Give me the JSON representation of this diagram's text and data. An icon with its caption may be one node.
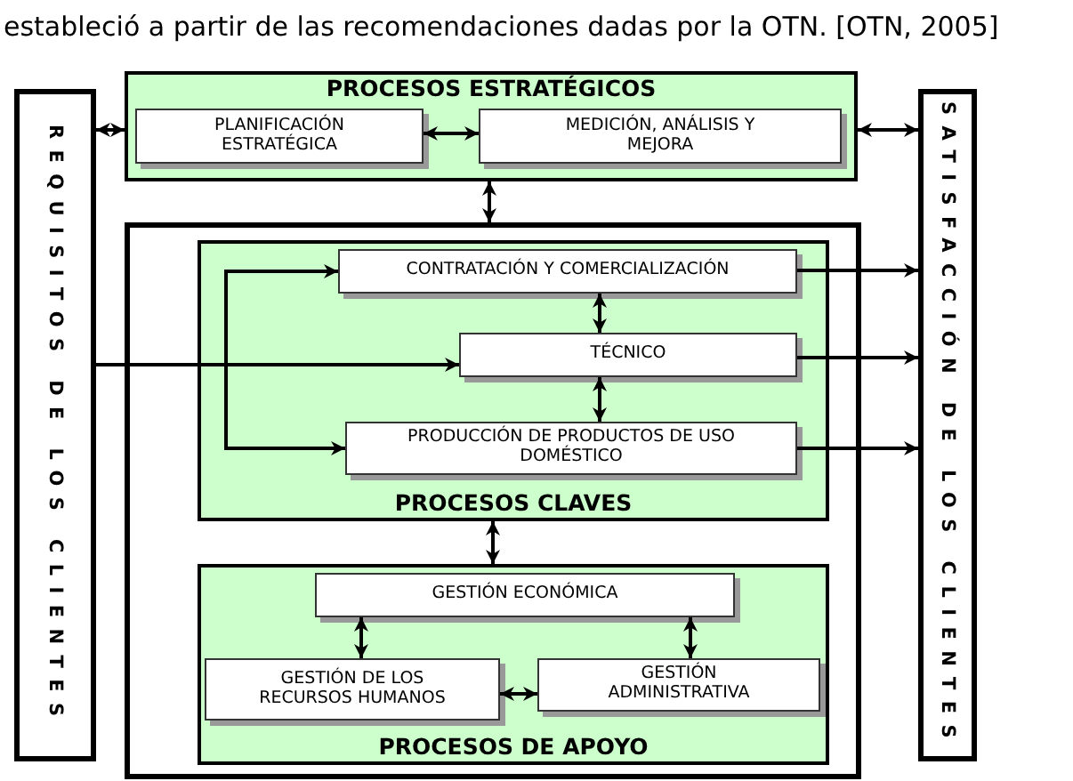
{
  "diagram": {
    "nodes": [
      {
        "text": [
          "REQUISITOS DE LOS CLIENTES"
        ]
      },
      {
        "text": [
          "PROCESOS ESTRATÉGICOS"
        ]
      },
      {
        "text": [
          "PLANIFICACIÓN ESTRATÉGICA"
        ],
        "in": 1
      },
      {
        "text": [
          "MEDICIÓN, ANÁLISIS Y MEJORA"
        ],
        "in": 1
      },
      {
        "text": [],
        "shape": "box"
      },
      {
        "text": [
          "PROCESOS CLAVES"
        ],
        "in": 4
      },
      {
        "text": [
          "CONTRATACIÓN Y COMERCIALIZACIÓN"
        ],
        "in": 5
      },
      {
        "text": [
          "TÉCNICO"
        ],
        "in": 5
      },
      {
        "text": [
          "PRODUCCIÓN DE PRODUCTOS DE USO DOMÉSTICO"
        ],
        "in": 5
      },
      {
        "text": [
          "PROCESOS DE APOYO"
        ],
        "in": 4
      },
      {
        "text": [
          "GESTIÓN ECONÓMICA"
        ],
        "in": 9
      },
      {
        "text": [
          "GESTIÓN DE LOS RECURSOS HUMANOS"
        ],
        "in": 9
      },
      {
        "text": [
          "GESTIÓN ADMINISTRATIVA"
        ],
        "in": 9
      },
      {
        "text": [
          "SATISFACCIÓN DE LOS CLIENTES"
        ]
      }
    ],
    "edges": [
      {
        "from": 0,
        "to": 1,
        "arrow": "both"
      },
      {
        "from": 2,
        "to": 3,
        "arrow": "both"
      },
      {
        "from": 1,
        "to": 13,
        "arrow": "both"
      },
      {
        "from": 1,
        "to": 4,
        "arrow": "both"
      },
      {
        "from": 0,
        "to": 6,
        "arrow": "to"
      },
      {
        "from": 0,
        "to": 7,
        "arrow": "to"
      },
      {
        "from": 0,
        "to": 8,
        "arrow": "to"
      },
      {
        "from": 6,
        "to": 13,
        "arrow": "to"
      },
      {
        "from": 7,
        "to": 13,
        "arrow": "to"
      },
      {
        "from": 8,
        "to": 13,
        "arrow": "to"
      },
      {
        "from": 6,
        "to": 7,
        "arrow": "both"
      },
      {
        "from": 7,
        "to": 8,
        "arrow": "both"
      },
      {
        "from": 5,
        "to": 9,
        "arrow": "both"
      },
      {
        "from": 10,
        "to": 11,
        "arrow": "both"
      },
      {
        "from": 10,
        "to": 12,
        "arrow": "both"
      },
      {
        "from": 11,
        "to": 12,
        "arrow": "both"
      }
    ],
    "labels": [
      "estableció a partir de las recomendaciones dadas por la OTN. [OTN, 2005]"
    ]
  }
}
